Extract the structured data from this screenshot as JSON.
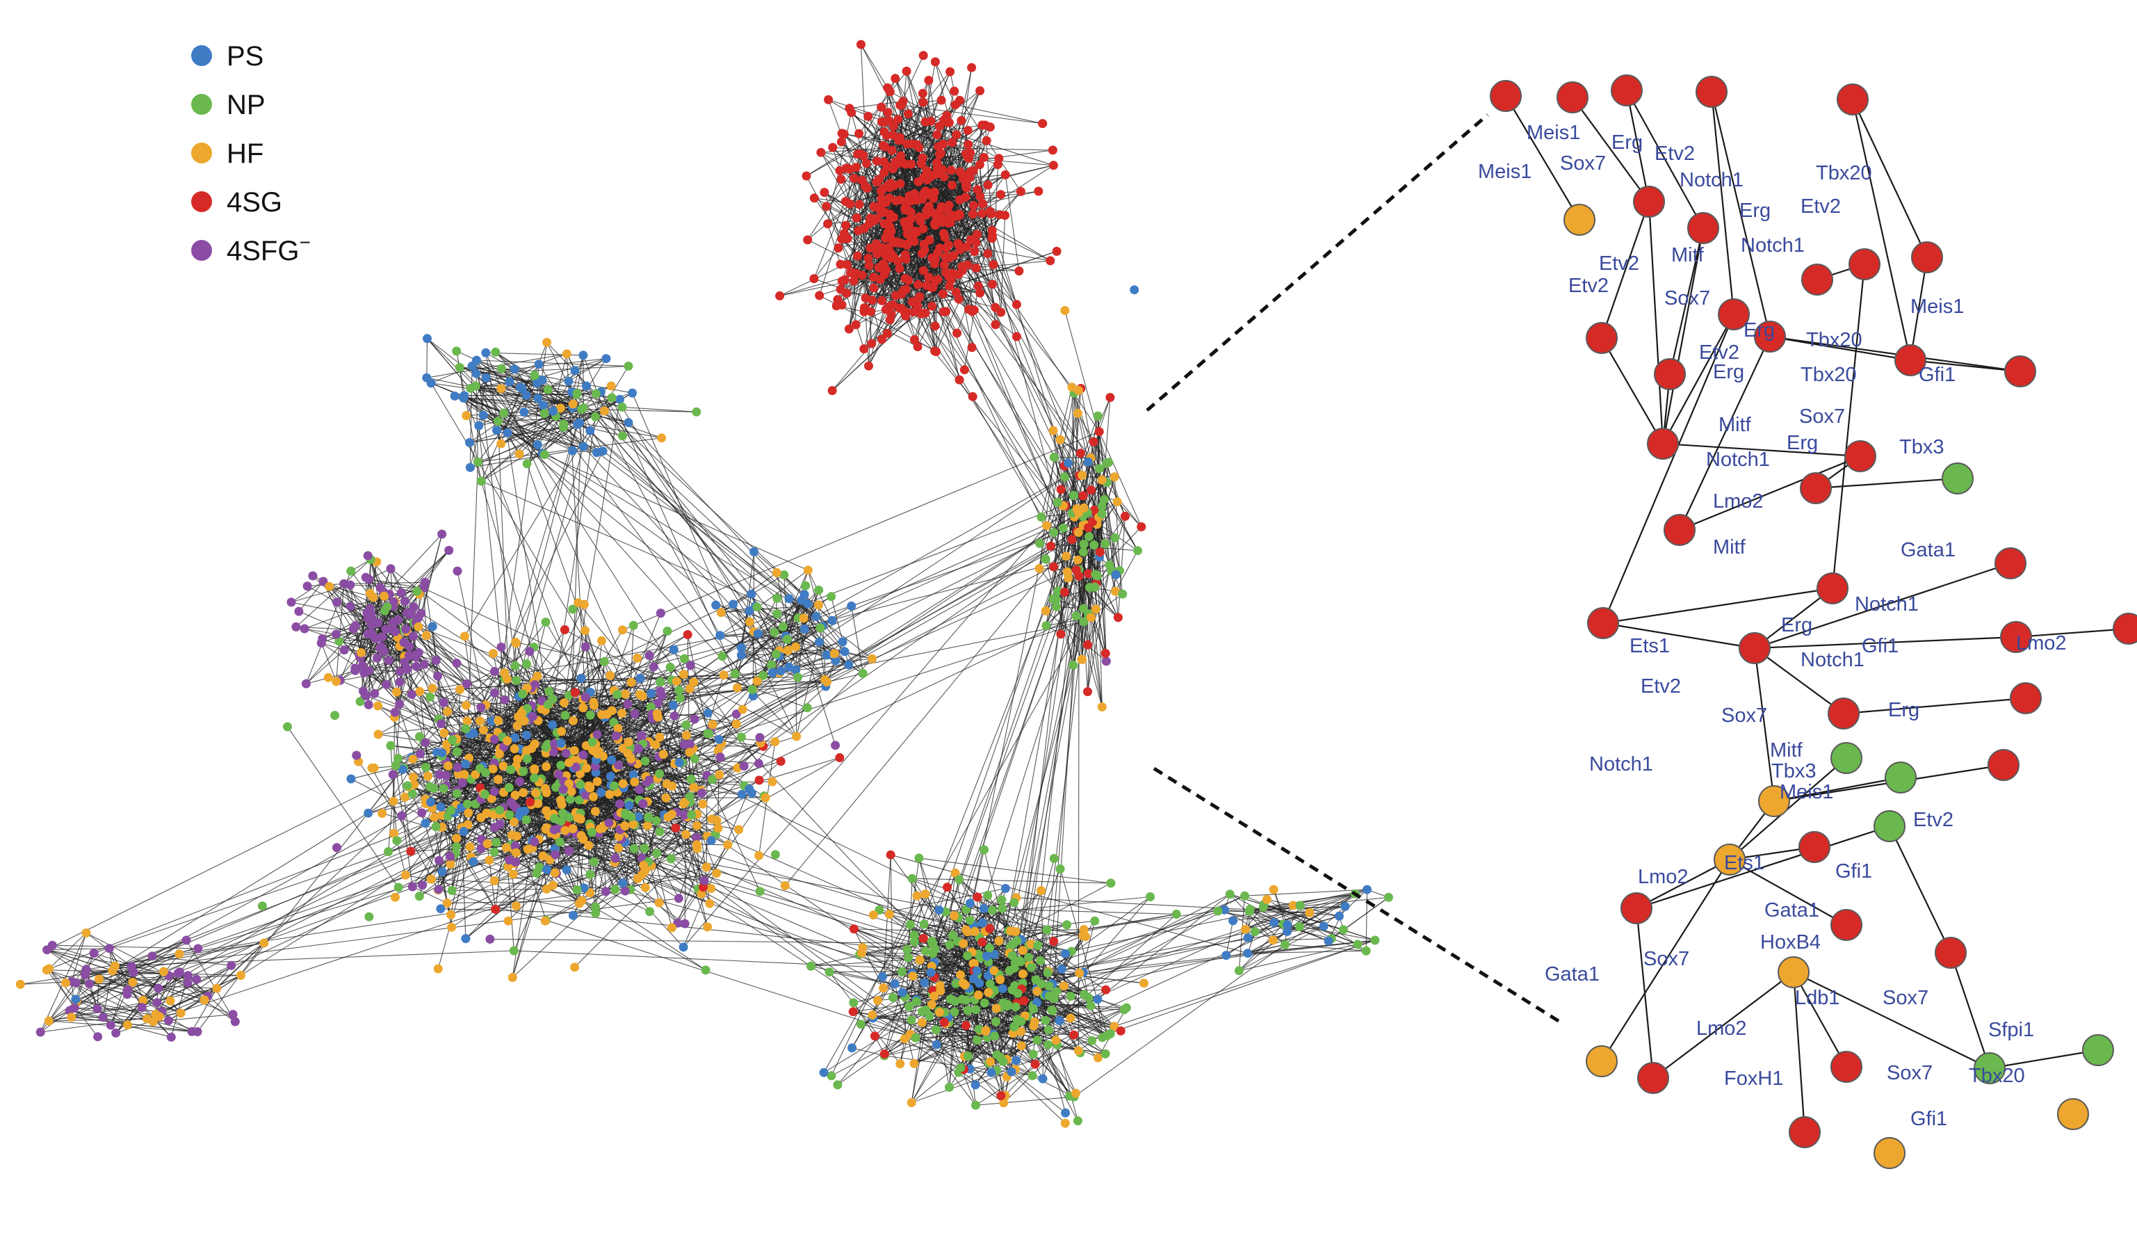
{
  "colors": {
    "PS": "#3f7cc4",
    "NP": "#6ab84e",
    "HF": "#eda72e",
    "4SG": "#d62a27",
    "4SFG": "#8a4da3"
  },
  "legend": [
    {
      "key": "PS",
      "label": "PS"
    },
    {
      "key": "NP",
      "label": "NP"
    },
    {
      "key": "HF",
      "label": "HF"
    },
    {
      "key": "4SG",
      "label": "4SG"
    },
    {
      "key": "4SFG",
      "label": "4SFG",
      "superscript": "−"
    }
  ],
  "gene_labels": [
    "Meis1",
    "Meis1",
    "Erg",
    "Etv2",
    "Sox7",
    "Notch1",
    "Tbx20",
    "Erg",
    "Etv2",
    "Notch1",
    "Mitf",
    "Etv2",
    "Etv2",
    "Sox7",
    "Etv2",
    "Meis1",
    "Erg",
    "Tbx20",
    "Erg",
    "Tbx20",
    "Gfi1",
    "Mitf",
    "Sox7",
    "Erg",
    "Tbx3",
    "Notch1",
    "Lmo2",
    "Mitf",
    "Gata1",
    "Notch1",
    "Erg",
    "Ets1",
    "Gfi1",
    "Lmo2",
    "Notch1",
    "Etv2",
    "Sox7",
    "Erg",
    "Mitf",
    "Tbx3",
    "Notch1",
    "Meis1",
    "Etv2",
    "Lmo2",
    "Ets1",
    "Gfi1",
    "Gata1",
    "HoxB4",
    "Gata1",
    "Sox7",
    "Ldb1",
    "Lmo2",
    "Sox7",
    "Sox7",
    "Sfpi1",
    "FoxH1",
    "Tbx20",
    "Gfi1"
  ]
}
